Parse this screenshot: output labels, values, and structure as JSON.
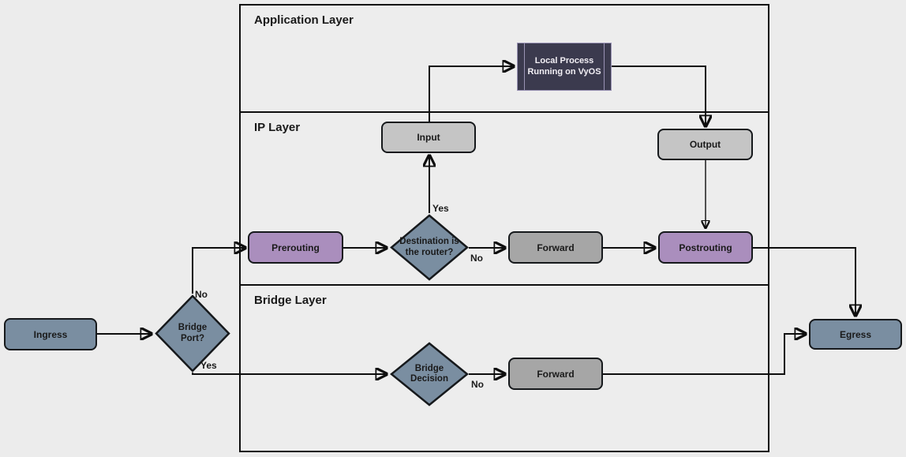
{
  "layers": {
    "application": {
      "label": "Application Layer"
    },
    "ip": {
      "label": "IP Layer"
    },
    "bridge": {
      "label": "Bridge Layer"
    }
  },
  "nodes": {
    "ingress": {
      "label": "Ingress",
      "shape": "rounded-rect",
      "fill": "#7a8ea1"
    },
    "bridge_port": {
      "label": "Bridge Port?",
      "shape": "diamond",
      "fill": "#7a8ea1"
    },
    "prerouting": {
      "label": "Prerouting",
      "shape": "rounded-rect",
      "fill": "#aa8ebd"
    },
    "destination": {
      "label": "Destination is the router?",
      "shape": "diamond",
      "fill": "#7a8ea1"
    },
    "input": {
      "label": "Input",
      "shape": "rounded-rect",
      "fill": "#c5c5c5"
    },
    "local_process": {
      "label": "Local Process Running on VyOS",
      "shape": "predefined-process",
      "fill": "#3b3a4e"
    },
    "output": {
      "label": "Output",
      "shape": "rounded-rect",
      "fill": "#c5c5c5"
    },
    "forward_ip": {
      "label": "Forward",
      "shape": "rounded-rect",
      "fill": "#a6a6a6"
    },
    "postrouting": {
      "label": "Postrouting",
      "shape": "rounded-rect",
      "fill": "#aa8ebd"
    },
    "bridge_decision": {
      "label": "Bridge Decision",
      "shape": "diamond",
      "fill": "#7a8ea1"
    },
    "forward_bridge": {
      "label": "Forward",
      "shape": "rounded-rect",
      "fill": "#a6a6a6"
    },
    "egress": {
      "label": "Egress",
      "shape": "rounded-rect",
      "fill": "#7a8ea1"
    }
  },
  "edge_labels": {
    "bridge_port_no": "No",
    "bridge_port_yes": "Yes",
    "destination_yes": "Yes",
    "destination_no": "No",
    "bridge_decision_no": "No"
  },
  "colors": {
    "background": "#ececec",
    "layer_fill": "#ededed",
    "layer_border": "#0e0e0e",
    "slate_fill": "#7a8ea1",
    "purple_fill": "#aa8ebd",
    "gray_fill": "#a6a6a6",
    "light_gray_fill": "#c5c5c5",
    "dark_node_fill": "#3b3a4e",
    "dark_node_border": "#9a93b5",
    "node_border": "#16191c",
    "text_dark": "#1a1a1a",
    "text_light": "#f2eff5",
    "line": "#0e0e0e"
  }
}
